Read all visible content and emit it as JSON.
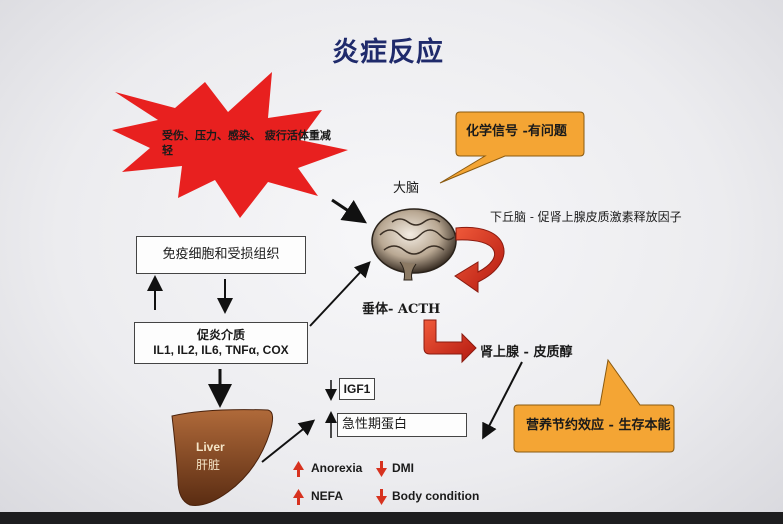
{
  "title": "炎症反应",
  "stressors": "受伤、压力、感染、 疲行活体重减轻",
  "callout_chemical": "化学信号 -有问题",
  "callout_nutrition": "营养节约效应 - 生存本能",
  "brain_label": "大脑",
  "hypothalamus_label": "下丘脑 - 促肾上腺皮质激素释放因子",
  "pituitary_label": "垂体- ACTH",
  "adrenal_label": "肾上腺 - 皮质醇",
  "immune_box": "免疫细胞和受损组织",
  "inflammatory_box": {
    "line1": "促炎介质",
    "line2": "IL1, IL2, IL6, TNFα, COX"
  },
  "igf1": "IGF1",
  "acute_phase": "急性期蛋白",
  "liver": {
    "en": "Liver",
    "zh": "肝脏"
  },
  "effects": [
    {
      "label": "Anorexia",
      "direction": "up"
    },
    {
      "label": "DMI",
      "direction": "down"
    },
    {
      "label": "NEFA",
      "direction": "up"
    },
    {
      "label": "Body condition",
      "direction": "down"
    }
  ],
  "colors": {
    "title": "#1f2a6b",
    "starburst": "#e8201f",
    "callout": "#f4a534",
    "arrow_red": "#d7321f",
    "liver": "#8a4a24"
  }
}
